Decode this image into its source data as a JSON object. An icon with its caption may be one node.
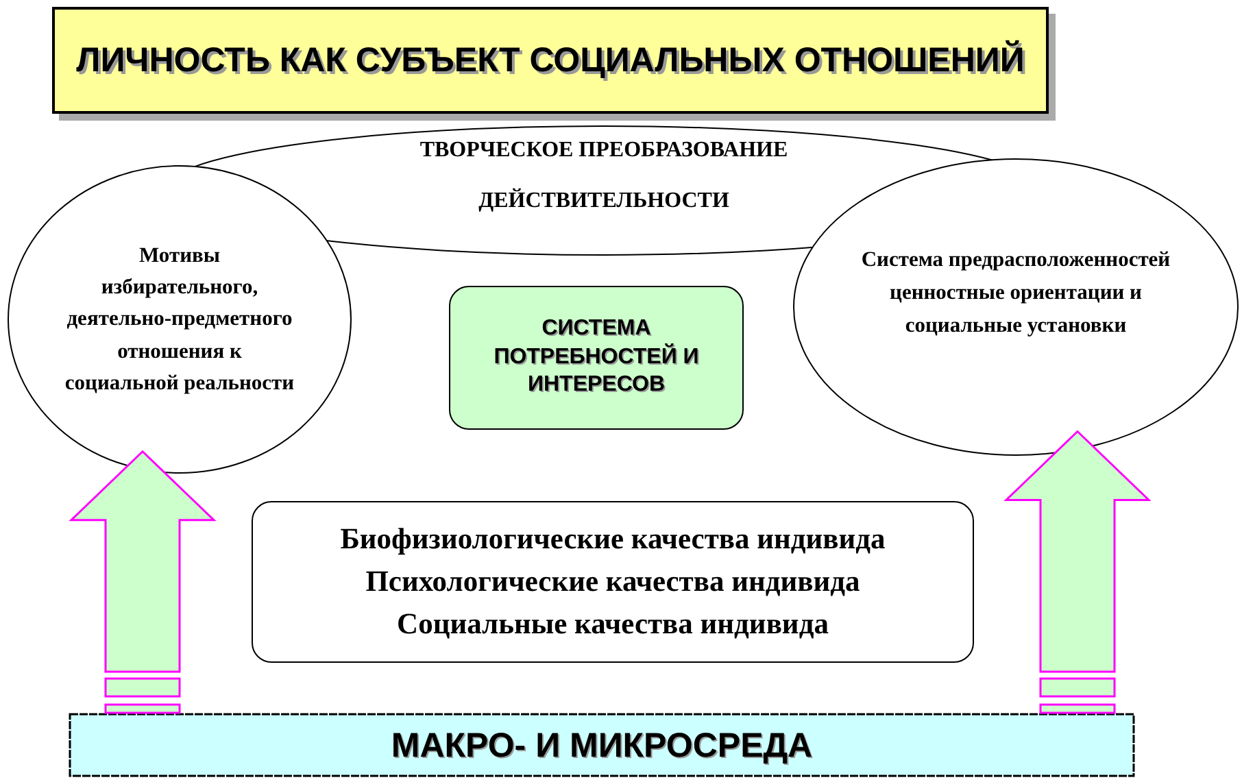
{
  "diagram": {
    "title": "ЛИЧНОСТЬ КАК СУБЪЕКТ СОЦИАЛЬНЫХ ОТНОШЕНИЙ",
    "nodes": [
      {
        "text": [
          "ТВОРЧЕСКОЕ ПРЕОБРАЗОВАНИЕ ДЕЙСТВИТЕЛЬНОСТИ"
        ]
      },
      {
        "text": [
          "Мотивы избирательного, деятельно-предметного отношения к социальной реальности"
        ]
      },
      {
        "text": [
          "Система предрасположенностей ценностные ориентации и социальные установки"
        ]
      },
      {
        "text": [
          "СИСТЕМА ПОТРЕБНОСТЕЙ И ИНТЕРЕСОВ"
        ]
      },
      {
        "text": [
          "Биофизиологические качества индивида",
          "Психологические качества индивида",
          "Социальные качества индивида"
        ]
      },
      {
        "text": [
          "МАКРО- И МИКРОСРЕДА"
        ]
      }
    ],
    "edges": [
      {
        "from": 5,
        "to": 1,
        "arrow": "to",
        "style": "thick"
      },
      {
        "from": 5,
        "to": 2,
        "arrow": "to",
        "style": "thick"
      }
    ]
  }
}
